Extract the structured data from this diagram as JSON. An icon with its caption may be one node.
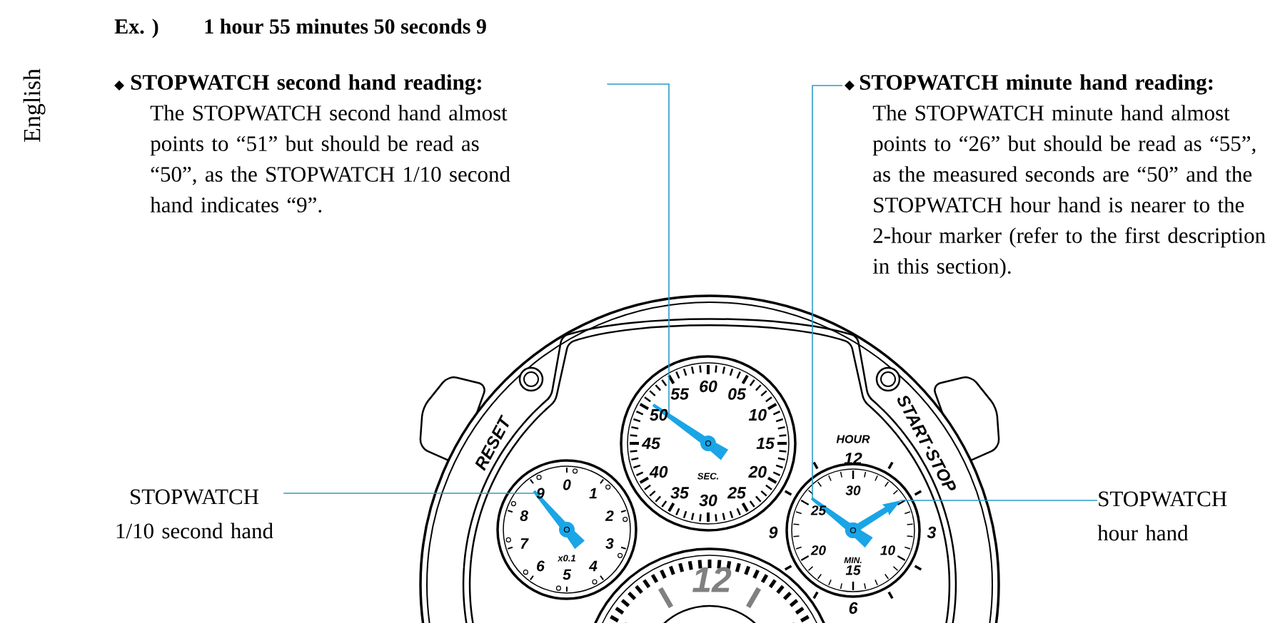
{
  "diagram": {
    "nodes": [
      {
        "text": [
          "STOPWATCH second hand reading:",
          "The STOPWATCH second hand almost points to “51” but should be read as “50”, as the STOPWATCH 1/10 second hand indicates “9”."
        ]
      },
      {
        "text": [
          "STOPWATCH minute hand reading:",
          "The STOPWATCH minute hand almost points to “26” but should be read as “55”, as the measured seconds are “50” and the STOPWATCH hour hand is nearer to the 2-hour marker (refer to the first description in this section)."
        ]
      },
      {
        "text": [
          "STOPWATCH 1/10 second hand"
        ]
      },
      {
        "text": [
          "STOPWATCH hour hand"
        ]
      },
      {
        "text": [],
        "shape": "picture"
      },
      {
        "text": [],
        "shape": "picture"
      },
      {
        "text": [],
        "shape": "picture"
      },
      {
        "text": [],
        "shape": "picture"
      }
    ],
    "edges": [
      {
        "from": 0,
        "to": 4,
        "arrow": "none"
      },
      {
        "from": 1,
        "to": 6,
        "arrow": "none"
      },
      {
        "from": 2,
        "to": 5,
        "arrow": "none"
      },
      {
        "from": 3,
        "to": 7,
        "arrow": "none"
      }
    ],
    "labels": [
      "Ex. )",
      "1 hour 55 minutes 50 seconds 9",
      "English",
      "RESET",
      "START·STOP",
      "60",
      "05",
      "10",
      "15",
      "20",
      "25",
      "30",
      "35",
      "40",
      "45",
      "50",
      "55",
      "SEC.",
      "HOUR",
      "12",
      "9",
      "3",
      "6",
      "0",
      "1",
      "2",
      "3",
      "4",
      "5",
      "6",
      "7",
      "8",
      "9",
      "x0.1",
      "30",
      "25",
      "20",
      "15",
      "10",
      "MIN.",
      "12"
    ]
  }
}
